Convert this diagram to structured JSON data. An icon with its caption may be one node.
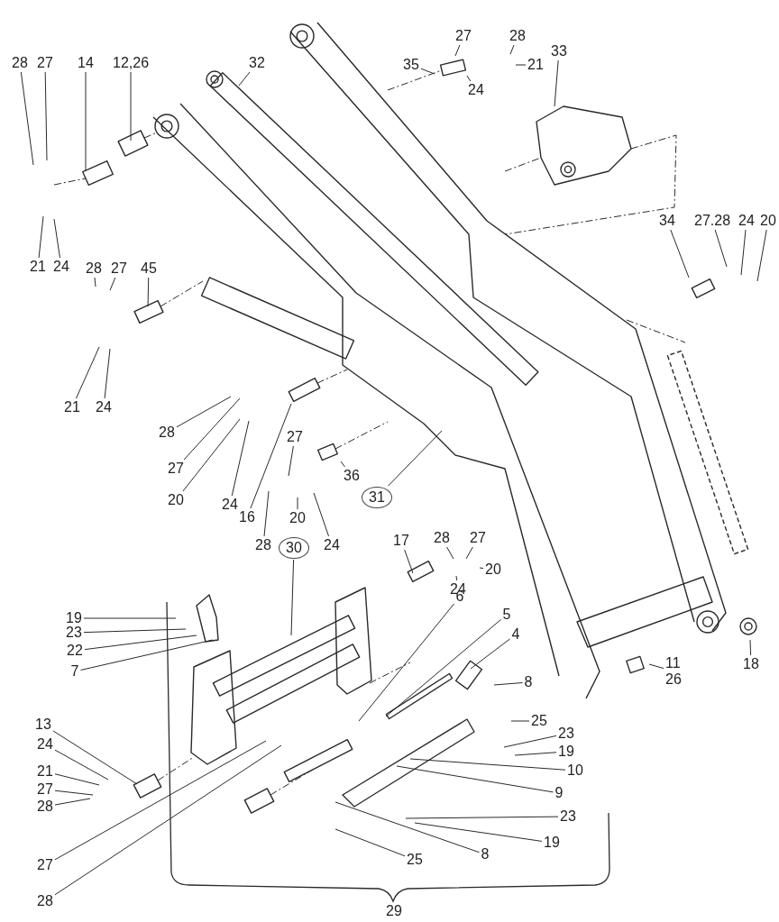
{
  "diagram": {
    "nodes": [
      {
        "text": [
          "28"
        ]
      },
      {
        "text": [
          "27"
        ]
      },
      {
        "text": [
          "14"
        ]
      },
      {
        "text": [
          "12,26"
        ]
      },
      {
        "text": [
          "32"
        ]
      },
      {
        "text": [
          "35"
        ]
      },
      {
        "text": [
          "27"
        ]
      },
      {
        "text": [
          "28"
        ]
      },
      {
        "text": [
          "21"
        ]
      },
      {
        "text": [
          "24"
        ]
      },
      {
        "text": [
          "33"
        ]
      },
      {
        "text": [
          "21"
        ]
      },
      {
        "text": [
          "24"
        ]
      },
      {
        "text": [
          "28"
        ]
      },
      {
        "text": [
          "27"
        ]
      },
      {
        "text": [
          "45"
        ]
      },
      {
        "text": [
          "34"
        ]
      },
      {
        "text": [
          "27.28"
        ]
      },
      {
        "text": [
          "24"
        ]
      },
      {
        "text": [
          "20"
        ]
      },
      {
        "text": [
          "21"
        ]
      },
      {
        "text": [
          "24"
        ]
      },
      {
        "text": [
          "28"
        ]
      },
      {
        "text": [
          "27"
        ]
      },
      {
        "text": [
          "20"
        ]
      },
      {
        "text": [
          "24"
        ]
      },
      {
        "text": [
          "16"
        ]
      },
      {
        "text": [
          "27"
        ]
      },
      {
        "text": [
          "28"
        ]
      },
      {
        "text": [
          "20"
        ]
      },
      {
        "text": [
          "24"
        ]
      },
      {
        "text": [
          "36"
        ]
      },
      {
        "text": [
          "31"
        ]
      },
      {
        "text": [
          "30"
        ]
      },
      {
        "text": [
          "17"
        ]
      },
      {
        "text": [
          "28"
        ]
      },
      {
        "text": [
          "27"
        ]
      },
      {
        "text": [
          "20"
        ]
      },
      {
        "text": [
          "24"
        ]
      },
      {
        "text": [
          "6"
        ]
      },
      {
        "text": [
          "5"
        ]
      },
      {
        "text": [
          "4"
        ]
      },
      {
        "text": [
          "19"
        ]
      },
      {
        "text": [
          "23"
        ]
      },
      {
        "text": [
          "22"
        ]
      },
      {
        "text": [
          "7"
        ]
      },
      {
        "text": [
          "8"
        ]
      },
      {
        "text": [
          "11 26"
        ]
      },
      {
        "text": [
          "18"
        ]
      },
      {
        "text": [
          "25"
        ]
      },
      {
        "text": [
          "23"
        ]
      },
      {
        "text": [
          "19"
        ]
      },
      {
        "text": [
          "10"
        ]
      },
      {
        "text": [
          "9"
        ]
      },
      {
        "text": [
          "13"
        ]
      },
      {
        "text": [
          "24"
        ]
      },
      {
        "text": [
          "21"
        ]
      },
      {
        "text": [
          "27"
        ]
      },
      {
        "text": [
          "28"
        ]
      },
      {
        "text": [
          "23"
        ]
      },
      {
        "text": [
          "19"
        ]
      },
      {
        "text": [
          "25"
        ]
      },
      {
        "text": [
          "8"
        ]
      },
      {
        "text": [
          "27"
        ]
      },
      {
        "text": [
          "28"
        ]
      }
    ],
    "edges": [
      {
        "from": 0,
        "to": null,
        "arrow": "none"
      },
      {
        "from": 1,
        "to": null,
        "arrow": "none"
      },
      {
        "from": 2,
        "to": null,
        "arrow": "none"
      },
      {
        "from": 3,
        "to": null,
        "arrow": "none"
      },
      {
        "from": 4,
        "to": null,
        "arrow": "none"
      },
      {
        "from": 5,
        "to": null,
        "arrow": "none"
      },
      {
        "from": 6,
        "to": null,
        "arrow": "none"
      },
      {
        "from": 7,
        "to": null,
        "arrow": "none"
      },
      {
        "from": 8,
        "to": null,
        "arrow": "none"
      },
      {
        "from": 9,
        "to": null,
        "arrow": "none"
      },
      {
        "from": 10,
        "to": null,
        "arrow": "none"
      },
      {
        "from": 11,
        "to": null,
        "arrow": "none"
      },
      {
        "from": 12,
        "to": null,
        "arrow": "none"
      },
      {
        "from": 13,
        "to": null,
        "arrow": "none"
      },
      {
        "from": 14,
        "to": null,
        "arrow": "none"
      },
      {
        "from": 15,
        "to": null,
        "arrow": "none"
      },
      {
        "from": 16,
        "to": null,
        "arrow": "none"
      },
      {
        "from": 17,
        "to": null,
        "arrow": "none"
      },
      {
        "from": 18,
        "to": null,
        "arrow": "none"
      },
      {
        "from": 19,
        "to": null,
        "arrow": "none"
      },
      {
        "from": 20,
        "to": null,
        "arrow": "none"
      },
      {
        "from": 21,
        "to": null,
        "arrow": "none"
      },
      {
        "from": 22,
        "to": null,
        "arrow": "none"
      },
      {
        "from": 23,
        "to": null,
        "arrow": "none"
      },
      {
        "from": 24,
        "to": null,
        "arrow": "none"
      },
      {
        "from": 25,
        "to": null,
        "arrow": "none"
      },
      {
        "from": 26,
        "to": null,
        "arrow": "none"
      },
      {
        "from": 27,
        "to": null,
        "arrow": "none"
      },
      {
        "from": 28,
        "to": null,
        "arrow": "none"
      },
      {
        "from": 29,
        "to": null,
        "arrow": "none"
      },
      {
        "from": 30,
        "to": null,
        "arrow": "none"
      },
      {
        "from": 31,
        "to": null,
        "arrow": "none"
      },
      {
        "from": 32,
        "to": null,
        "arrow": "none"
      },
      {
        "from": 33,
        "to": null,
        "arrow": "none"
      },
      {
        "from": 34,
        "to": null,
        "arrow": "none"
      },
      {
        "from": 35,
        "to": null,
        "arrow": "none"
      },
      {
        "from": 36,
        "to": null,
        "arrow": "none"
      },
      {
        "from": 37,
        "to": null,
        "arrow": "none"
      },
      {
        "from": 38,
        "to": null,
        "arrow": "none"
      },
      {
        "from": 39,
        "to": null,
        "arrow": "none"
      },
      {
        "from": 40,
        "to": null,
        "arrow": "none"
      },
      {
        "from": 41,
        "to": null,
        "arrow": "none"
      },
      {
        "from": 42,
        "to": null,
        "arrow": "none"
      },
      {
        "from": 43,
        "to": null,
        "arrow": "none"
      },
      {
        "from": 44,
        "to": null,
        "arrow": "none"
      },
      {
        "from": 45,
        "to": null,
        "arrow": "none"
      },
      {
        "from": 46,
        "to": null,
        "arrow": "none"
      },
      {
        "from": 47,
        "to": null,
        "arrow": "none"
      },
      {
        "from": 48,
        "to": null,
        "arrow": "none"
      },
      {
        "from": 49,
        "to": null,
        "arrow": "none"
      },
      {
        "from": 50,
        "to": null,
        "arrow": "none"
      },
      {
        "from": 51,
        "to": null,
        "arrow": "none"
      },
      {
        "from": 52,
        "to": null,
        "arrow": "none"
      },
      {
        "from": 53,
        "to": null,
        "arrow": "none"
      },
      {
        "from": 54,
        "to": null,
        "arrow": "none"
      },
      {
        "from": 55,
        "to": null,
        "arrow": "none"
      },
      {
        "from": 56,
        "to": null,
        "arrow": "none"
      },
      {
        "from": 57,
        "to": null,
        "arrow": "none"
      },
      {
        "from": 58,
        "to": null,
        "arrow": "none"
      },
      {
        "from": 59,
        "to": null,
        "arrow": "none"
      },
      {
        "from": 60,
        "to": null,
        "arrow": "none"
      },
      {
        "from": 61,
        "to": null,
        "arrow": "none"
      },
      {
        "from": 62,
        "to": null,
        "arrow": "none"
      },
      {
        "from": 63,
        "to": null,
        "arrow": "none"
      },
      {
        "from": 64,
        "to": null,
        "arrow": "none"
      }
    ],
    "labels": [
      "29"
    ]
  }
}
